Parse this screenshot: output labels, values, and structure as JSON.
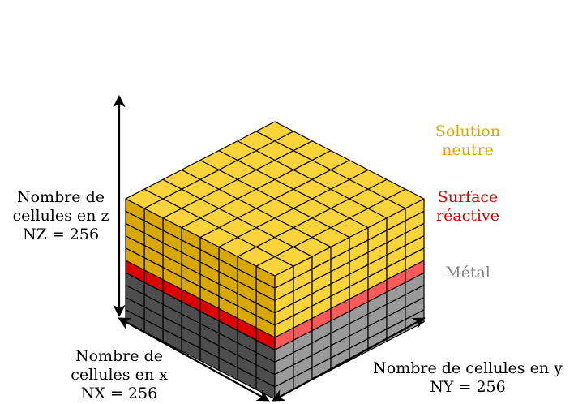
{
  "grid": {
    "nx": 8,
    "ny": 8,
    "nz": 10,
    "metal_layers": 4,
    "reactive_layers": 1,
    "solution_layers": 5
  },
  "colors": {
    "solution_top": "#fbd33a",
    "solution_left": "#d9a800",
    "solution_right": "#fbd33a",
    "reactive_left": "#dd0000",
    "reactive_right": "#ff5a5a",
    "metal_left": "#4d4d4d",
    "metal_right": "#9a9a9a",
    "label_solution": "#d9a800",
    "label_reactive": "#d50000",
    "label_metal": "#7f7f7f",
    "stroke": "#000000"
  },
  "legend": {
    "solution": {
      "line1": "Solution",
      "line2": "neutre"
    },
    "reactive": {
      "line1": "Surface",
      "line2": "réactive"
    },
    "metal": {
      "line1": "Métal"
    }
  },
  "axes": {
    "z": {
      "line1": "Nombre de",
      "line2": "cellules en z",
      "line3": "NZ = 256"
    },
    "x": {
      "line1": "Nombre de",
      "line2": "cellules en x",
      "line3": "NX = 256"
    },
    "y": {
      "line1": "Nombre de cellules en y",
      "line2": "NY = 256"
    }
  }
}
